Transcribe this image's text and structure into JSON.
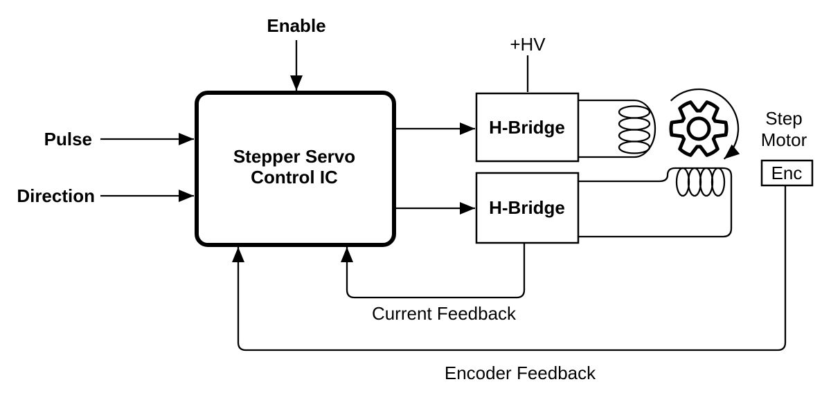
{
  "labels": {
    "enable": "Enable",
    "pulse": "Pulse",
    "direction": "Direction",
    "hv": "+HV",
    "controller_line1": "Stepper Servo",
    "controller_line2": "Control IC",
    "hbridge_a": "H-Bridge",
    "hbridge_b": "H-Bridge",
    "step_motor_line1": "Step",
    "step_motor_line2": "Motor",
    "encoder": "Enc",
    "current_feedback": "Current Feedback",
    "encoder_feedback": "Encoder Feedback"
  },
  "colors": {
    "stroke": "#000000",
    "background": "#ffffff",
    "text": "#000000"
  }
}
